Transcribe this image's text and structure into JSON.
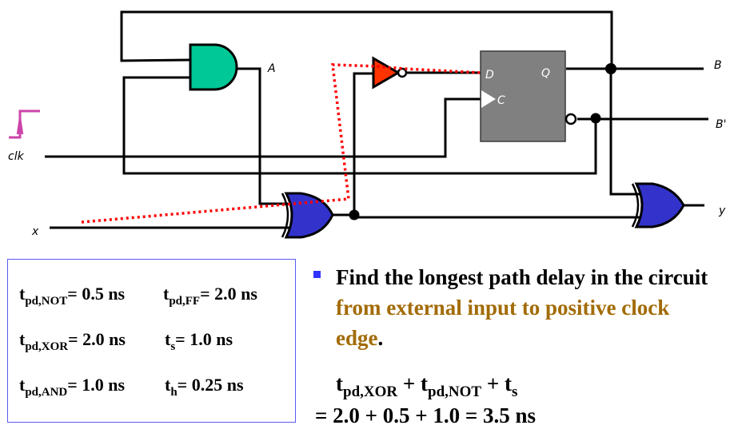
{
  "circuit": {
    "labels": {
      "clk": "clk",
      "x": "x",
      "A": "A",
      "B": "B",
      "B_prime": "B'",
      "y": "y",
      "ff_D": "D",
      "ff_Q": "Q",
      "ff_C": "C"
    },
    "gates": [
      {
        "type": "AND",
        "color": "#00c896"
      },
      {
        "type": "NOT",
        "color": "#ff3300"
      },
      {
        "type": "XOR",
        "color": "#3333cc"
      },
      {
        "type": "XOR",
        "color": "#3333cc"
      },
      {
        "type": "D flip-flop",
        "color": "#808080"
      }
    ],
    "clock_edge_color": "#cc44aa",
    "critical_path_color": "#ff0000"
  },
  "params": [
    [
      {
        "sym": "t",
        "sub": "pd,NOT",
        "eq": "= 0.5 ns"
      },
      {
        "sym": "t",
        "sub": "pd,FF",
        "eq": "= 2.0 ns"
      }
    ],
    [
      {
        "sym": "t",
        "sub": "pd,XOR",
        "eq": "= 2.0 ns"
      },
      {
        "sym": "t",
        "sub": "s",
        "eq": "= 1.0 ns"
      }
    ],
    [
      {
        "sym": "t",
        "sub": "pd,AND",
        "eq": "= 1.0 ns"
      },
      {
        "sym": "t",
        "sub": "h",
        "eq": "= 0.25 ns"
      }
    ]
  ],
  "question": {
    "part1": "Find the longest path delay in the circuit ",
    "part2": "from external input to positive clock edge",
    "part3": ".",
    "accent_color": "#a26b06",
    "bullet_color": "#3333ff"
  },
  "formula": {
    "terms": [
      {
        "sym": "t",
        "sub": "pd,XOR",
        "op": " + "
      },
      {
        "sym": "t",
        "sub": "pd,NOT",
        "op": " + "
      },
      {
        "sym": "t",
        "sub": "s",
        "op": ""
      }
    ],
    "result": "= 2.0 + 0.5 + 1.0 = 3.5 ns"
  }
}
